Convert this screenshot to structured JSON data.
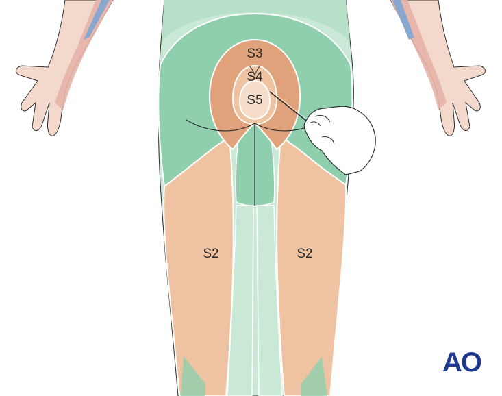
{
  "labels": {
    "s3": "S3",
    "s4": "S4",
    "s5": "S5",
    "s2_left": "S2",
    "s2_right": "S2"
  },
  "logo": {
    "text": "AO"
  },
  "colors": {
    "dermatome_green": "#8fcfae",
    "dermatome_light_green": "#c9e8d6",
    "dermatome_peach": "#efc2a2",
    "dermatome_orange": "#e0a27a",
    "dermatome_pale": "#f6ddc9",
    "skin": "#f3d9cc",
    "outline": "#2e2e2e",
    "logo_blue": "#1f3b8f"
  },
  "icons": {
    "pin": "needle-probe-icon",
    "hand": "examiner-hand-icon"
  }
}
